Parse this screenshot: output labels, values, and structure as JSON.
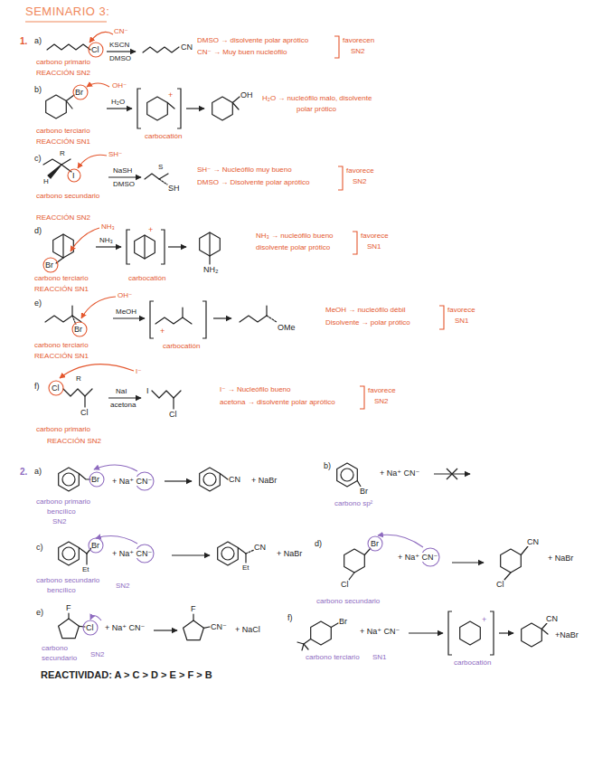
{
  "diagram": {
    "title": "SEMINARIO 3:",
    "labels": [
      "1.",
      "a)",
      "Cl",
      "CN⁻",
      "KSCN",
      "DMSO",
      "CN",
      "DMSO → disolvente polar aprótico",
      "CN⁻ → Muy buen nucleófilo",
      "favorecen",
      "SN2",
      "carbono primario",
      "REACCIÓN SN2",
      "b)",
      "Br",
      "OH⁻",
      "H₂O",
      "+",
      "OH",
      "H₂O → nucleófilo malo, disolvente",
      "polar prótico",
      "carbono terciario",
      "REACCIÓN SN1",
      "carbocatión",
      "c)",
      "R",
      "H",
      "I",
      "SH⁻",
      "NaSH",
      "DMSO",
      "S",
      "SH",
      "SH⁻ → Nucleófilo muy bueno",
      "DMSO → Disolvente polar aprótico",
      "favorece",
      "SN2",
      "carbono secundario",
      "REACCIÓN SN2",
      "d)",
      "Br",
      "NH₃",
      "NH₃",
      "+",
      "NH₂",
      "NH₃ → nucleófilo bueno",
      "disolvente polar prótico",
      "favorece",
      "SN1",
      "carbono terciario",
      "carbocatión",
      "REACCIÓN SN1",
      "e)",
      "Br",
      "OH⁻",
      "MeOH",
      "+",
      "OMe",
      "MeOH → nucleófilo débil",
      "Disolvente → polar prótico",
      "favorece",
      "SN1",
      "carbono terciario",
      "carbocatión",
      "REACCIÓN SN1",
      "f)",
      "Cl",
      "R",
      "Cl",
      "I⁻",
      "NaI",
      "acetona",
      "I",
      "Cl",
      "I⁻ → Nucleófilo bueno",
      "acetona → disolvente polar aprótico",
      "favorece",
      "SN2",
      "carbono primario",
      "REACCIÓN SN2",
      "2.",
      "a)",
      "Br",
      "+ Na⁺ CN⁻",
      "CN",
      "+ NaBr",
      "carbono primario",
      "bencílico",
      "SN2",
      "b)",
      "Br",
      "+ Na⁺ CN⁻",
      "carbono sp²",
      "c)",
      "Br",
      "Et",
      "+ Na⁺ CN⁻",
      "CN",
      "Et",
      "+ NaBr",
      "carbono secundario",
      "bencílico",
      "SN2",
      "d)",
      "Br",
      "Cl",
      "+ Na⁺ CN⁻",
      "CN",
      "Cl",
      "+ NaBr",
      "carbono secundario",
      "e)",
      "F",
      "Cl",
      "+ Na⁺ CN⁻",
      "F",
      "CN⁻",
      "+ NaCl",
      "carbono",
      "secundario",
      "SN2",
      "f)",
      "Br",
      "+ Na⁺ CN⁻",
      "+",
      "CN",
      "+NaBr",
      "carbono terciario",
      "SN1",
      "carbocatión",
      "REACTIVIDAD: A > C > D > E > F > B"
    ]
  }
}
